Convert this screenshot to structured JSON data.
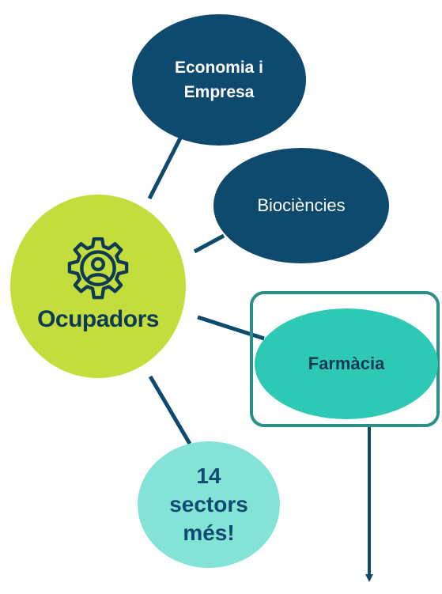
{
  "nodes": {
    "economia": "Economia i Empresa",
    "biociencies": "Biociències",
    "ocupadors": "Ocupadors",
    "farmacia": "Farmàcia",
    "sectors": "14 sectors més!"
  },
  "colors": {
    "dark_blue": "#0e4a6e",
    "lime": "#c3de3c",
    "teal": "#2dc9b5",
    "light_teal": "#83e3d6",
    "frame": "#2c8f86",
    "connector": "#0e4a6e"
  },
  "icons": {
    "ocupadors": "gear-person-icon",
    "arrow": "arrow-down-icon"
  }
}
